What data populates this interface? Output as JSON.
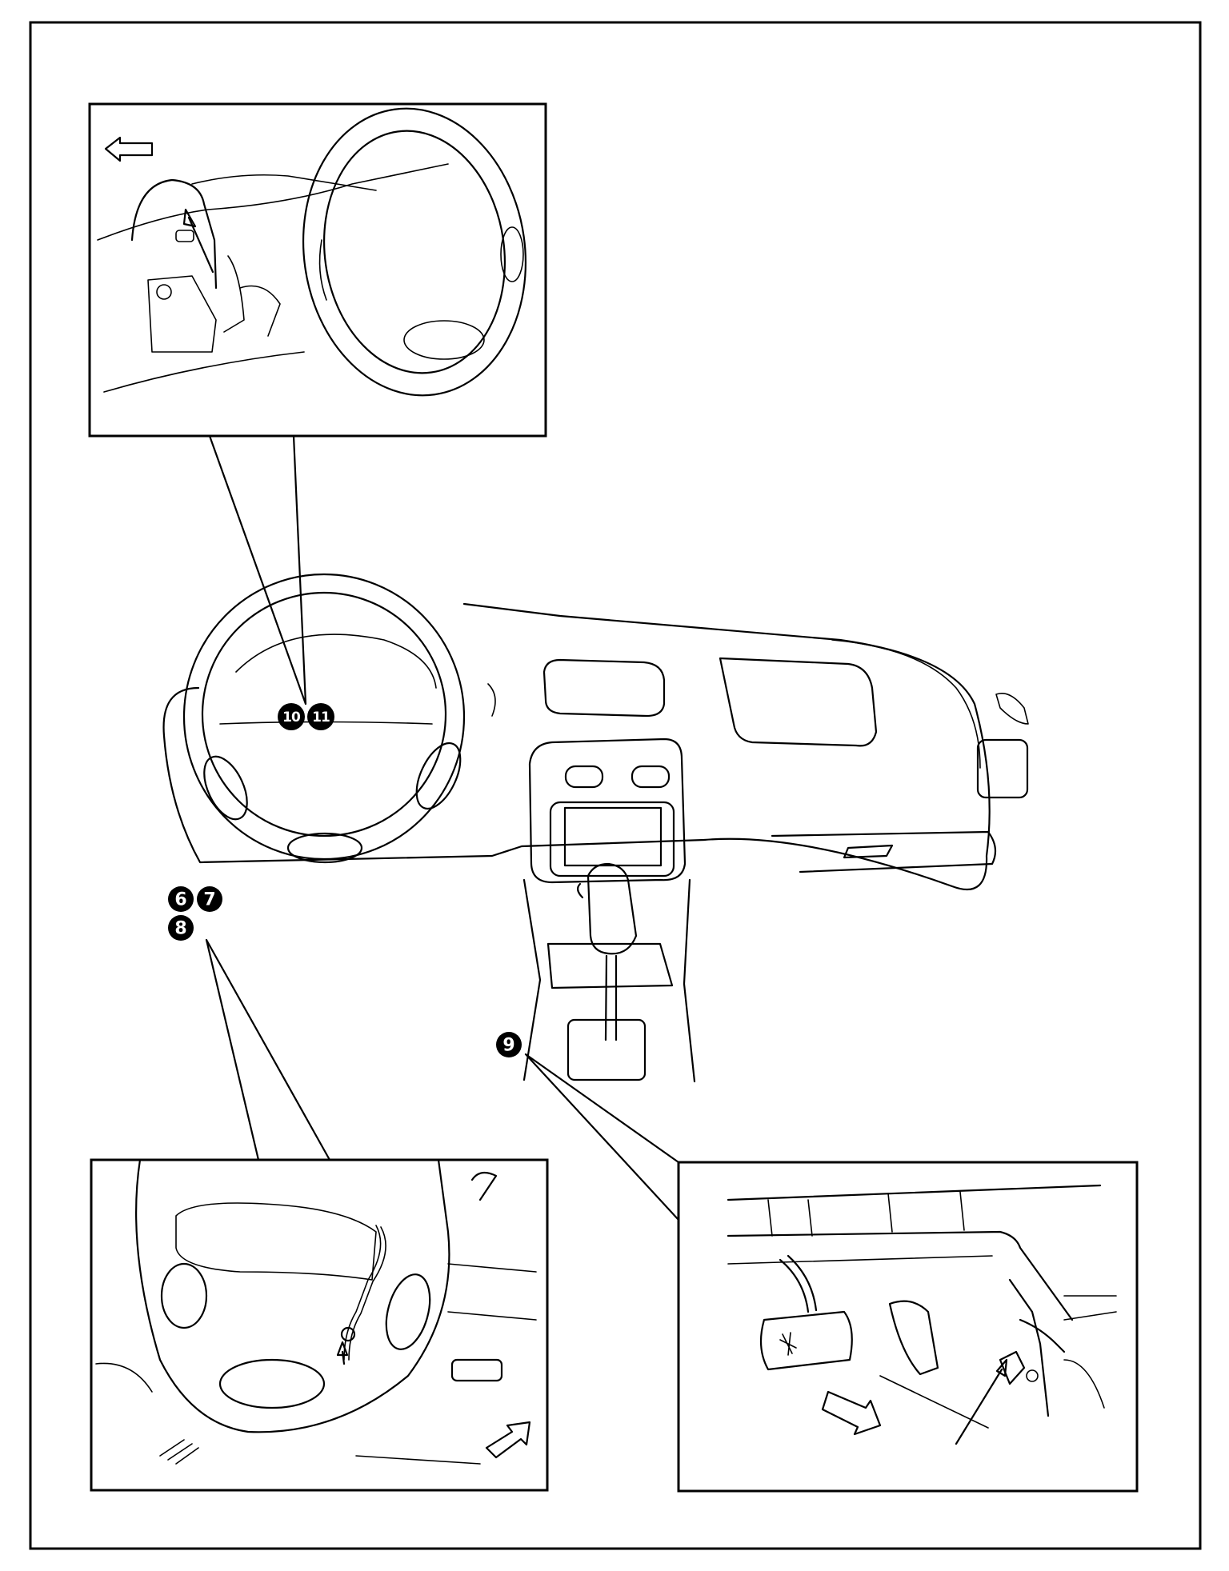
{
  "callouts": {
    "c6": "6",
    "c7": "7",
    "c8": "8",
    "c9": "9",
    "c10": "10",
    "c11": "11"
  },
  "colors": {
    "line": "#000000",
    "badge_fill": "#000000",
    "badge_text": "#ffffff",
    "background": "#ffffff"
  },
  "icons": [
    "direction-arrow-icon",
    "pointer-arrow-icon"
  ]
}
